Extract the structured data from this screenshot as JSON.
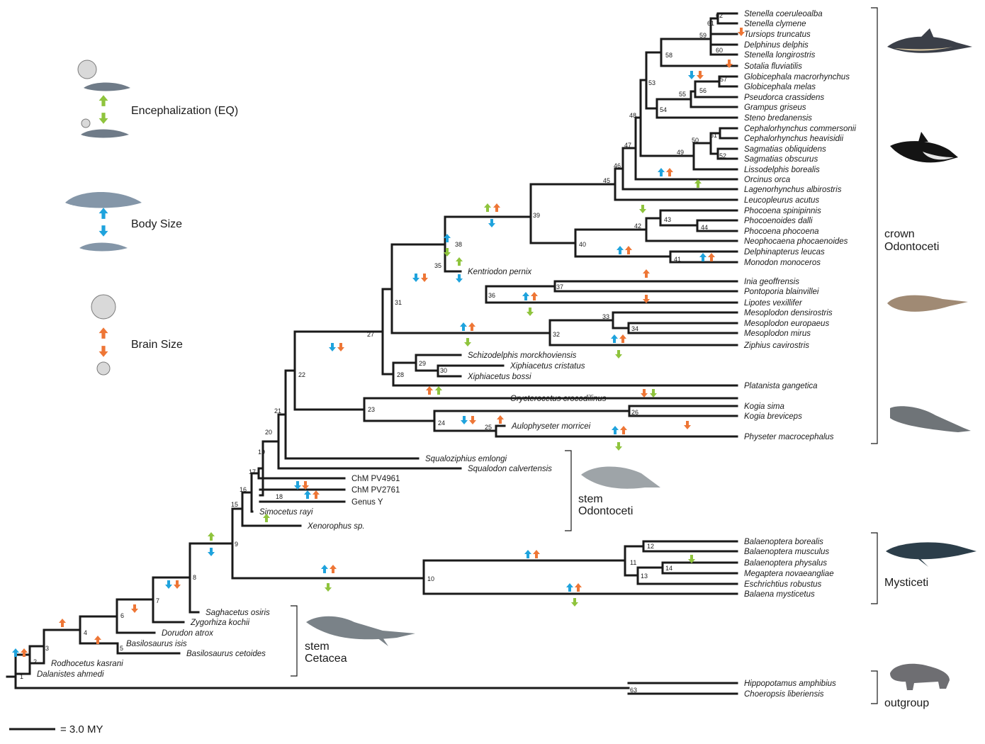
{
  "legend": {
    "encephalization": "Encephalization (EQ)",
    "body_size": "Body Size",
    "brain_size": "Brain Size"
  },
  "scale_label": "= 3.0 MY",
  "groups": {
    "crown_odontoceti": [
      "crown",
      "Odontoceti"
    ],
    "stem_odontoceti": [
      "stem",
      "Odontoceti"
    ],
    "mysticeti": [
      "Mysticeti"
    ],
    "stem_cetacea": [
      "stem",
      "Cetacea"
    ],
    "outgroup": [
      "outgroup"
    ]
  },
  "colors": {
    "encephalization": "#8fc43d",
    "body_size": "#1fa3dd",
    "brain_size": "#ee7636",
    "branch": "#1a1a1a"
  },
  "taxa": [
    "Stenella coeruleoalba",
    "Stenella clymene",
    "Tursiops truncatus",
    "Delphinus delphis",
    "Stenella longirostris",
    "Sotalia fluviatilis",
    "Globicephala macrorhynchus",
    "Globicephala melas",
    "Pseudorca crassidens",
    "Grampus griseus",
    "Steno bredanensis",
    "Cephalorhynchus commersonii",
    "Cephalorhynchus heavisidii",
    "Sagmatias obliquidens",
    "Sagmatias obscurus",
    "Lissodelphis borealis",
    "Orcinus orca",
    "Lagenorhynchus albirostris",
    "Leucopleurus acutus",
    "Phocoena spinipinnis",
    "Phocoenoides dalli",
    "Phocoena phocoena",
    "Neophocaena phocaenoides",
    "Delphinapterus leucas",
    "Monodon monoceros",
    "Kentriodon pernix",
    "Inia geoffrensis",
    "Pontoporia blainvillei",
    "Lipotes vexillifer",
    "Mesoplodon densirostris",
    "Mesoplodon europaeus",
    "Mesoplodon mirus",
    "Ziphius cavirostris",
    "Schizodelphis morckhoviensis",
    "Xiphiacetus cristatus",
    "Xiphiacetus bossi",
    "Platanista gangetica",
    "Orycterocetus crocodilinus",
    "Kogia sima",
    "Kogia breviceps",
    "Aulophyseter morricei",
    "Physeter macrocephalus",
    "Squaloziphius emlongi",
    "Squalodon calvertensis",
    "ChM PV4961",
    "ChM PV2761",
    "Genus Y",
    "Simocetus rayi",
    "Xenorophus sp.",
    "Balaenoptera borealis",
    "Balaenoptera musculus",
    "Balaenoptera physalus",
    "Megaptera novaeangliae",
    "Eschrichtius robustus",
    "Balaena mysticetus",
    "Saghacetus osiris",
    "Zygorhiza kochii",
    "Dorudon atrox",
    "Basilosaurus isis",
    "Basilosaurus cetoides",
    "Rodhocetus kasrani",
    "Dalanistes ahmedi",
    "Hippopotamus amphibius",
    "Choeropsis liberiensis"
  ],
  "node_numbers": [
    "1",
    "2",
    "3",
    "4",
    "5",
    "6",
    "7",
    "8",
    "9",
    "10",
    "11",
    "12",
    "13",
    "14",
    "15",
    "16",
    "17",
    "18",
    "19",
    "20",
    "21",
    "22",
    "23",
    "24",
    "25",
    "26",
    "27",
    "28",
    "29",
    "30",
    "31",
    "32",
    "33",
    "34",
    "35",
    "36",
    "37",
    "38",
    "39",
    "40",
    "41",
    "42",
    "43",
    "44",
    "45",
    "46",
    "47",
    "48",
    "49",
    "50",
    "51",
    "52",
    "53",
    "54",
    "55",
    "56",
    "57",
    "58",
    "59",
    "60",
    "61",
    "62",
    "63"
  ]
}
